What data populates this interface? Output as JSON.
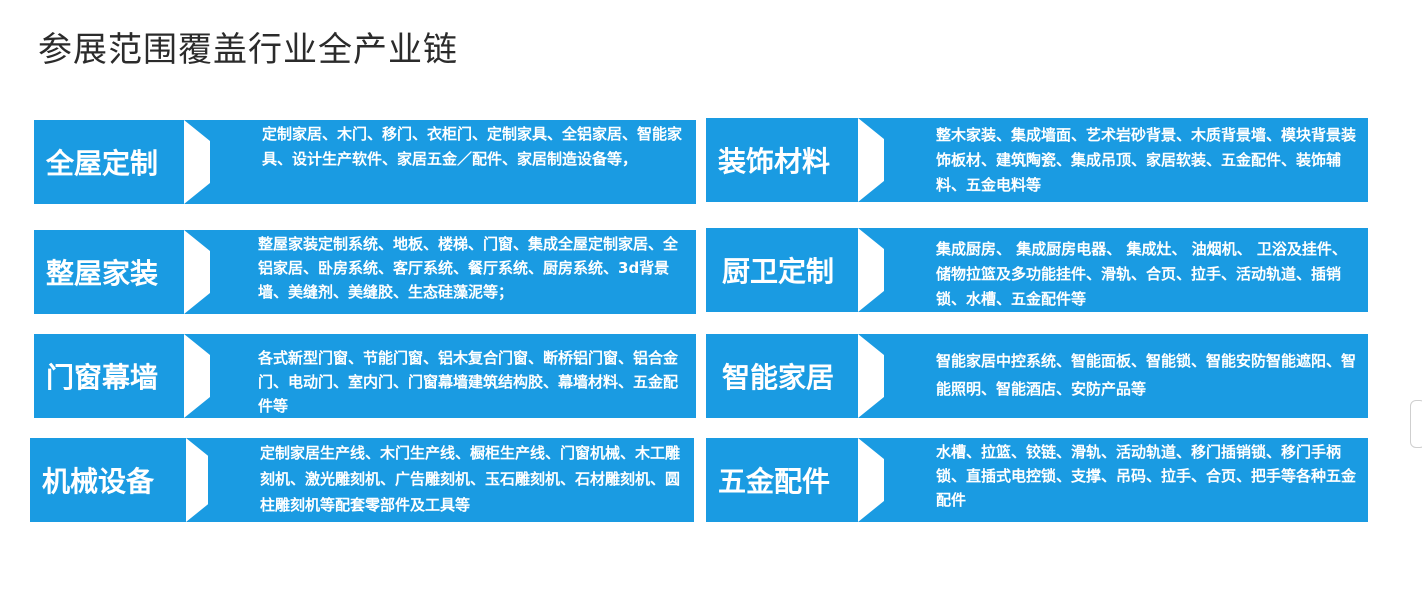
{
  "title": "参展范围覆盖行业全产业链",
  "categories": [
    {
      "label": "全屋定制",
      "desc": "定制家居、木门、移门、衣柜门、定制家具、全铝家居、智能家具、设计生产软件、家居五金／配件、家居制造设备等，"
    },
    {
      "label": "装饰材料",
      "desc": "整木家装、集成墙面、艺术岩砂背景、木质背景墙、模块背景装饰板材、建筑陶瓷、集成吊顶、家居软装、五金配件、装饰辅料、五金电料等"
    },
    {
      "label": "整屋家装",
      "desc": "整屋家装定制系统、地板、楼梯、门窗、集成全屋定制家居、全铝家居、卧房系统、客厅系统、餐厅系统、厨房系统、3d背景墙、美缝剂、美缝胶、生态硅藻泥等；"
    },
    {
      "label": "厨卫定制",
      "desc": "集成厨房、 集成厨房电器、 集成灶、 油烟机、 卫浴及挂件、 储物拉篮及多功能挂件、滑轨、合页、拉手、活动轨道、插销锁、水槽、五金配件等"
    },
    {
      "label": "门窗幕墙",
      "desc": "各式新型门窗、节能门窗、铝木复合门窗、断桥铝门窗、铝合金门、电动门、室内门、门窗幕墙建筑结构胶、幕墙材料、五金配件等"
    },
    {
      "label": "智能家居",
      "desc": "智能家居中控系统、智能面板、智能锁、智能安防智能遮阳、智能照明、智能酒店、安防产品等"
    },
    {
      "label": "机械设备",
      "desc": "定制家居生产线、木门生产线、橱柜生产线、门窗机械、木工雕刻机、激光雕刻机、广告雕刻机、玉石雕刻机、石材雕刻机、圆柱雕刻机等配套零部件及工具等"
    },
    {
      "label": "五金配件",
      "desc": "水槽、拉篮、铰链、滑轨、活动轨道、移门插销锁、移门手柄锁、直插式电控锁、支撑、吊码、拉手、合页、把手等各种五金配件"
    }
  ],
  "colors": {
    "accent": "#1a9be2",
    "title": "#2b2b2b"
  }
}
